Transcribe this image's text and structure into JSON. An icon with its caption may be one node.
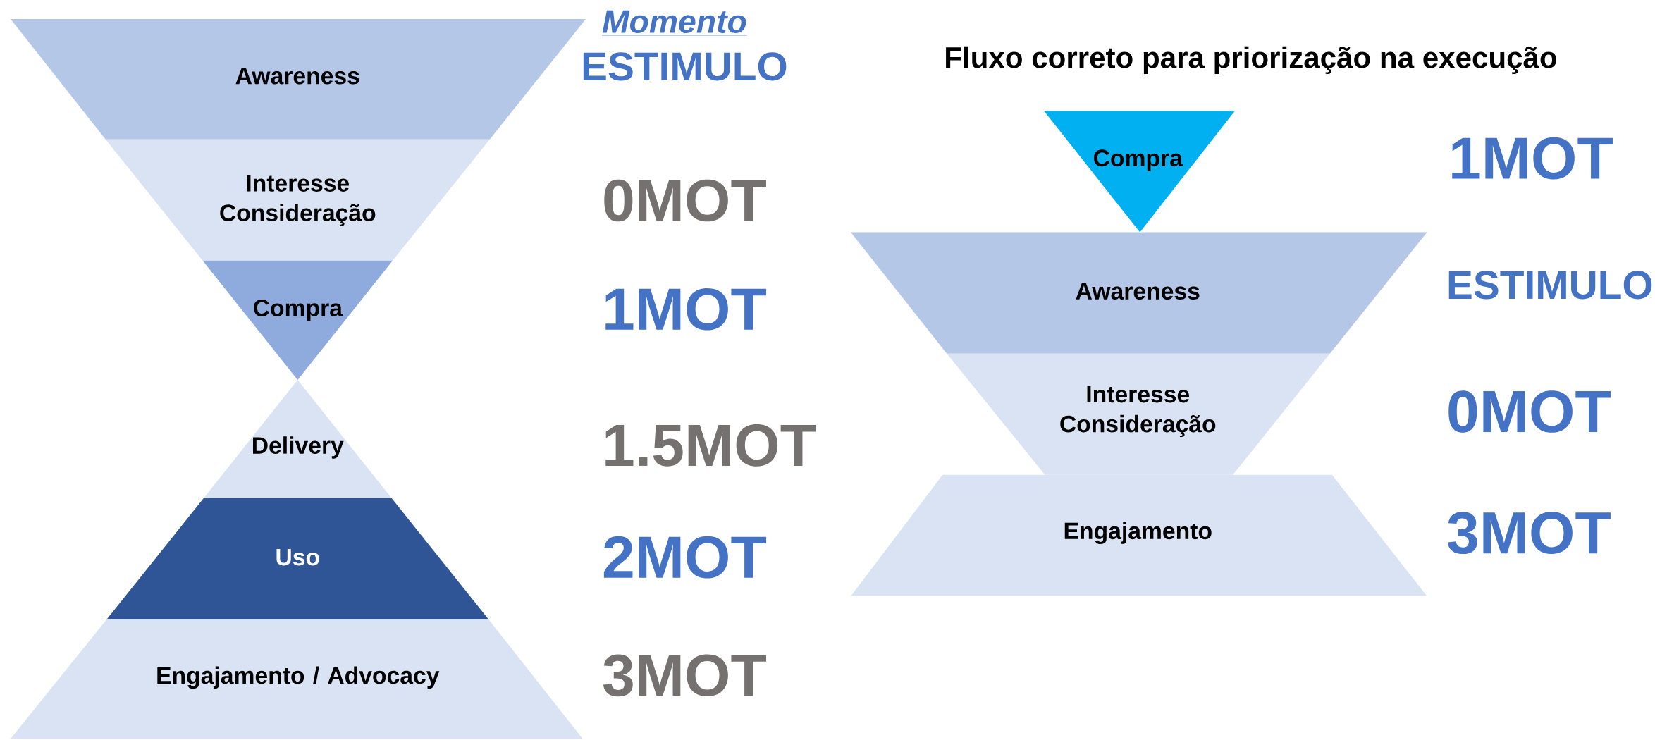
{
  "diagram": {
    "title": "Fluxo correto para priorização na execução",
    "nodes": [
      {
        "text": [
          "Awareness"
        ]
      },
      {
        "text": [
          "Interesse Consideração"
        ]
      },
      {
        "text": [
          "Compra"
        ]
      },
      {
        "text": [
          "Delivery"
        ]
      },
      {
        "text": [
          "Uso"
        ]
      },
      {
        "text": [
          "Engajamento / Advocacy"
        ]
      },
      {
        "text": [
          "Compra"
        ]
      },
      {
        "text": [
          "Awareness"
        ]
      },
      {
        "text": [
          "Interesse Consideração"
        ]
      },
      {
        "text": [
          "Engajamento"
        ]
      }
    ],
    "labels": [
      "Momento",
      "ESTIMULO",
      "0MOT",
      "1MOT",
      "1.5MOT",
      "2MOT",
      "3MOT",
      "1MOT",
      "ESTIMULO",
      "0MOT",
      "3MOT"
    ]
  }
}
